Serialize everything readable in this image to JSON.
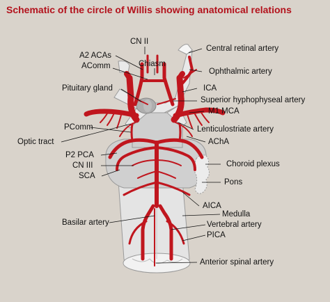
{
  "title": "Schematic of the circle of Willis showing anatomical relations",
  "colors": {
    "title": "#b3121c",
    "artery": "#c0161e",
    "tissue": "#e6e6e6",
    "background": "#d9d3cb"
  },
  "labels": {
    "cn2": "CN II",
    "a2_acas": "A2 ACAs",
    "acomm": "AComm",
    "chiasm": "Chiasm",
    "central_retinal_artery": "Central retinal artery",
    "ophthalmic_artery": "Ophthalmic artery",
    "pituitary_gland": "Pituitary gland",
    "ica": "ICA",
    "superior_hypophyseal_artery": "Superior hyphophyseal artery",
    "m1_mca": "M1 MCA",
    "pcomm": "PComm",
    "lenticulostriate_artery": "Lenticulostriate artery",
    "optic_tract": "Optic tract",
    "acha": "AChA",
    "p2_pca": "P2 PCA",
    "choroid_plexus": "Choroid plexus",
    "cn3": "CN III",
    "sca": "SCA",
    "pons": "Pons",
    "aica": "AICA",
    "medulla": "Medulla",
    "basilar_artery": "Basilar artery",
    "vertebral_artery": "Vertebral artery",
    "pica": "PICA",
    "anterior_spinal_artery": "Anterior spinal artery"
  }
}
